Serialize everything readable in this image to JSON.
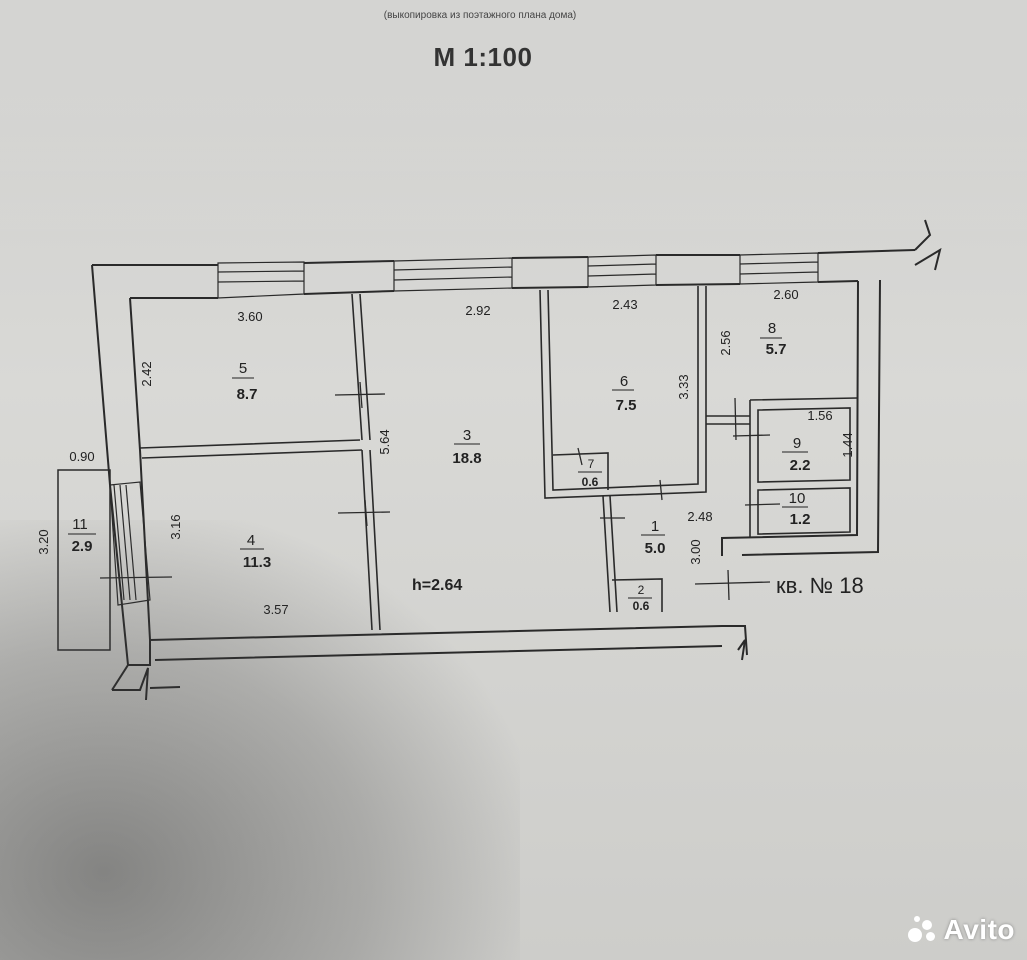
{
  "header": {
    "subtitle": "(выкопировка из поэтажного плана дома)",
    "scale": "М 1:100"
  },
  "apartment_label": "кв. № 18",
  "ceiling_height": "h=2.64",
  "rooms": [
    {
      "num": "1",
      "area": "5.0"
    },
    {
      "num": "2",
      "area": "0.6"
    },
    {
      "num": "3",
      "area": "18.8"
    },
    {
      "num": "4",
      "area": "11.3"
    },
    {
      "num": "5",
      "area": "8.7"
    },
    {
      "num": "6",
      "area": "7.5"
    },
    {
      "num": "7",
      "area": "0.6"
    },
    {
      "num": "8",
      "area": "5.7"
    },
    {
      "num": "9",
      "area": "2.2"
    },
    {
      "num": "10",
      "area": "1.2"
    },
    {
      "num": "11",
      "area": "2.9"
    }
  ],
  "dimensions": {
    "d360": "3.60",
    "d242": "2.42",
    "d292": "2.92",
    "d564": "5.64",
    "d243": "2.43",
    "d333": "3.33",
    "d260": "2.60",
    "d256": "2.56",
    "d156": "1.56",
    "d144": "1.44",
    "d248": "2.48",
    "d300": "3.00",
    "d316": "3.16",
    "d357": "3.57",
    "d090": "0.90",
    "d320": "3.20"
  },
  "watermark": "Avito"
}
